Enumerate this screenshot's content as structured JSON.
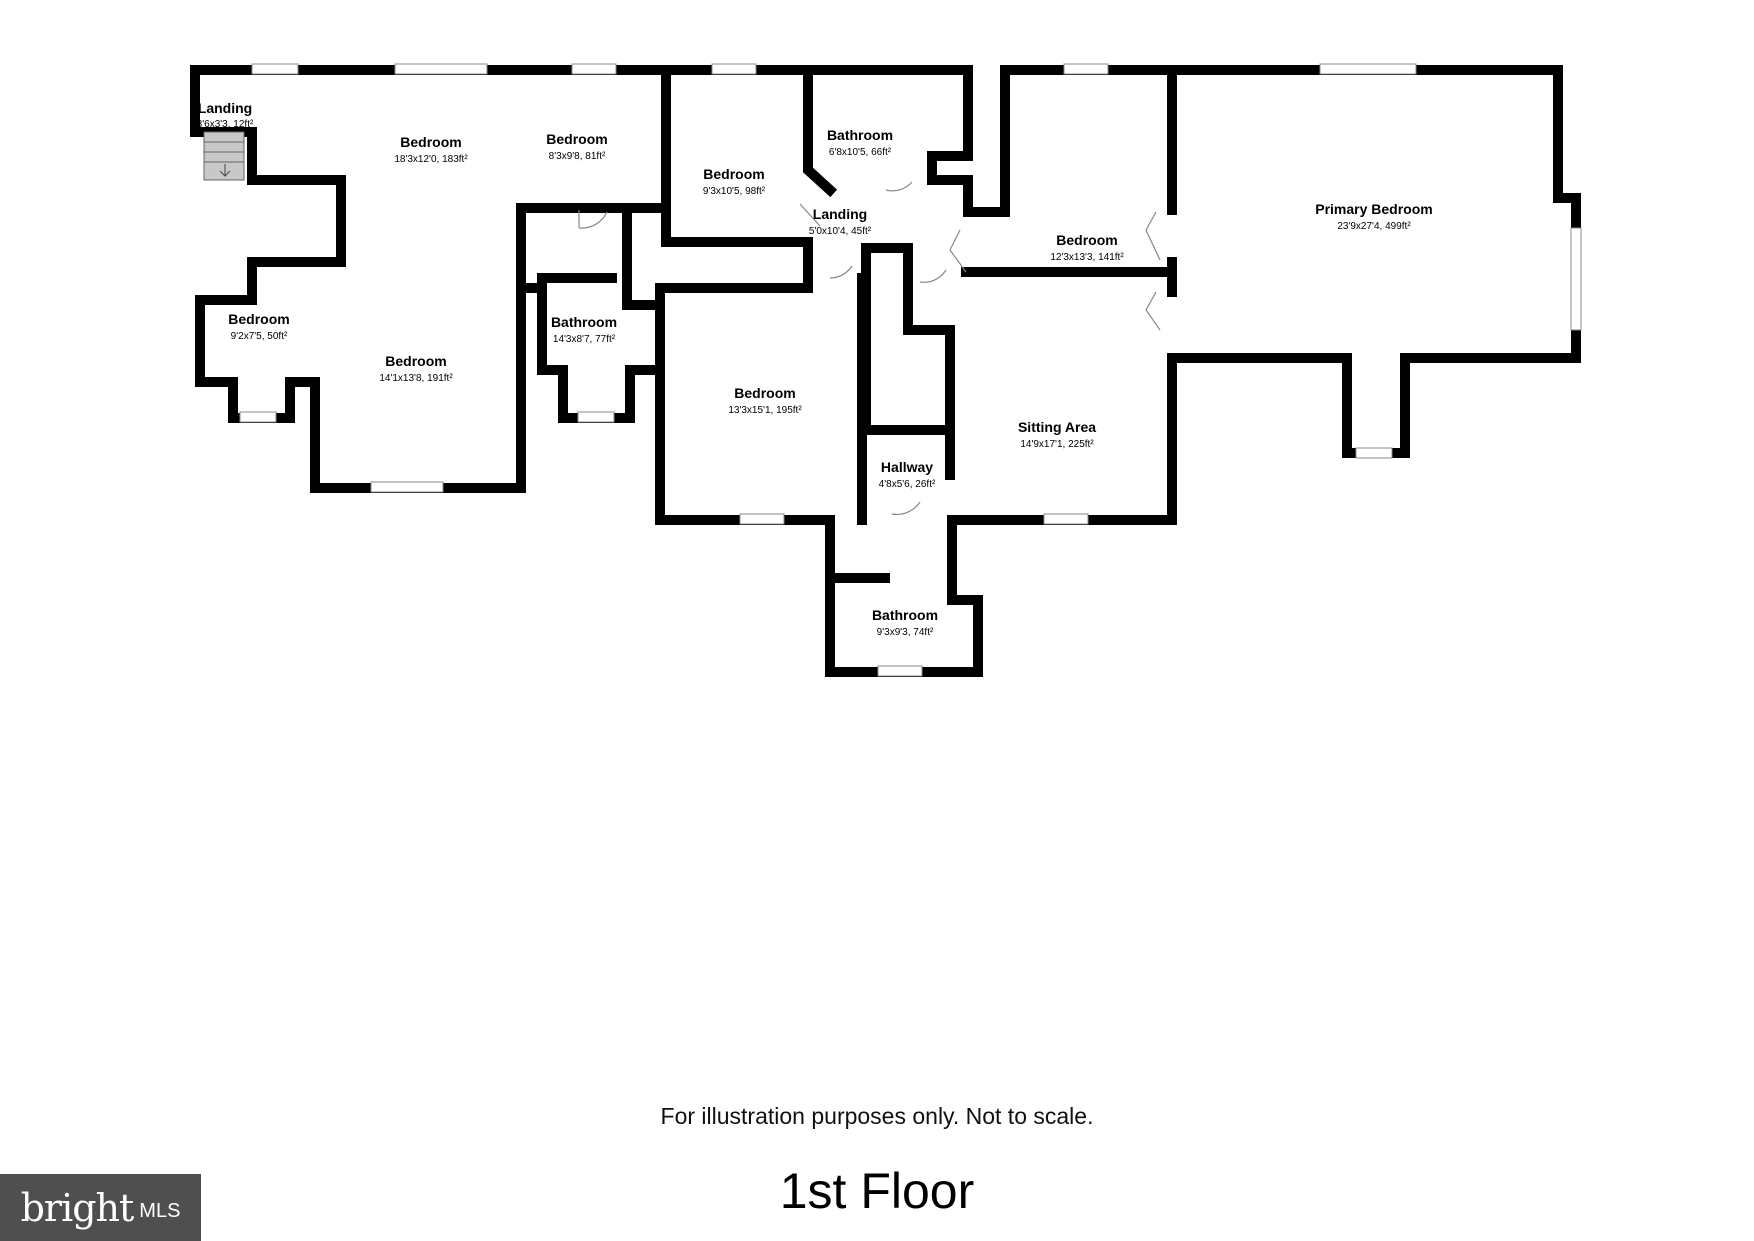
{
  "floor_title": "1st Floor",
  "disclaimer": "For illustration purposes only. Not to scale.",
  "watermark": {
    "main": "bright",
    "sub": "MLS"
  },
  "rooms": [
    {
      "name": "Landing",
      "size": "3'6x3'3, 12ft²"
    },
    {
      "name": "Bedroom",
      "size": "18'3x12'0, 183ft²"
    },
    {
      "name": "Bedroom",
      "size": "8'3x9'8, 81ft²"
    },
    {
      "name": "Bedroom",
      "size": "9'3x10'5, 98ft²"
    },
    {
      "name": "Bathroom",
      "size": "6'8x10'5, 66ft²"
    },
    {
      "name": "Landing",
      "size": "5'0x10'4, 45ft²"
    },
    {
      "name": "Bedroom",
      "size": "12'3x13'3, 141ft²"
    },
    {
      "name": "Primary Bedroom",
      "size": "23'9x27'4, 499ft²"
    },
    {
      "name": "Bedroom",
      "size": "9'2x7'5, 50ft²"
    },
    {
      "name": "Bedroom",
      "size": "14'1x13'8, 191ft²"
    },
    {
      "name": "Bathroom",
      "size": "14'3x8'7, 77ft²"
    },
    {
      "name": "Bedroom",
      "size": "13'3x15'1, 195ft²"
    },
    {
      "name": "Sitting Area",
      "size": "14'9x17'1, 225ft²"
    },
    {
      "name": "Hallway",
      "size": "4'8x5'6, 26ft²"
    },
    {
      "name": "Bathroom",
      "size": "9'3x9'3, 74ft²"
    }
  ]
}
